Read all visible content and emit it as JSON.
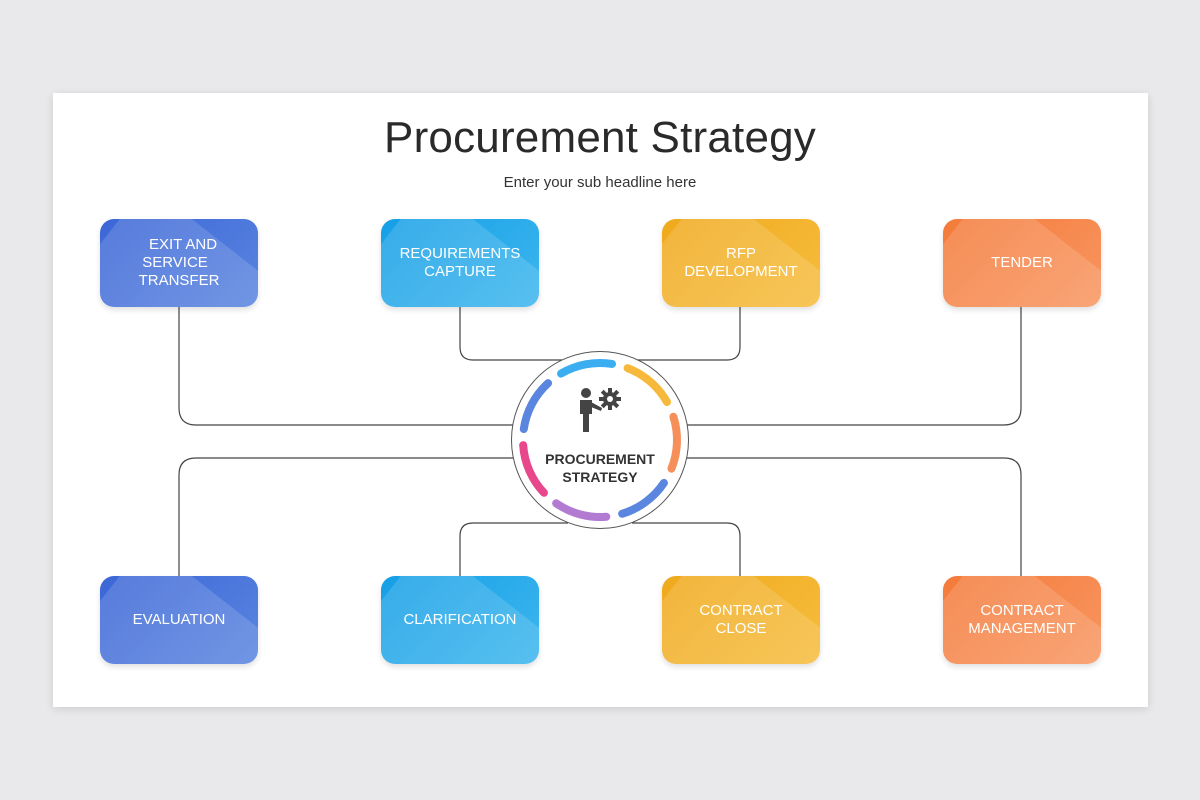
{
  "slide": {
    "title": "Procurement Strategy",
    "subtitle": "Enter your sub headline here"
  },
  "hub": {
    "label_line1": "PROCUREMENT",
    "label_line2": "STRATEGY",
    "icon": "presenter-with-gear-icon"
  },
  "boxes": {
    "exit_service_transfer": {
      "line1": "EXIT AND SERVICE",
      "line2": "TRANSFER",
      "color": "#3b66d6"
    },
    "requirements_capture": {
      "line1": "REQUIREMENTS",
      "line2": "CAPTURE",
      "color": "#159fe6"
    },
    "rfp_development": {
      "line1": "RFP",
      "line2": "DEVELOPMENT",
      "color": "#f0a91c"
    },
    "tender": {
      "line1": "TENDER",
      "color": "#f47a3a"
    },
    "evaluation": {
      "line1": "EVALUATION",
      "color": "#3b66d6"
    },
    "clarification": {
      "line1": "CLARIFICATION",
      "color": "#159fe6"
    },
    "contract_close": {
      "line1": "CONTRACT",
      "line2": "CLOSE",
      "color": "#f0a91c"
    },
    "contract_management": {
      "line1": "CONTRACT",
      "line2": "MANAGEMENT",
      "color": "#f47a3a"
    }
  },
  "ring_colors": [
    "#f6b93b",
    "#f6905a",
    "#5b86e0",
    "#b27ad0",
    "#e8478c",
    "#5b86e0",
    "#3aaef0"
  ]
}
